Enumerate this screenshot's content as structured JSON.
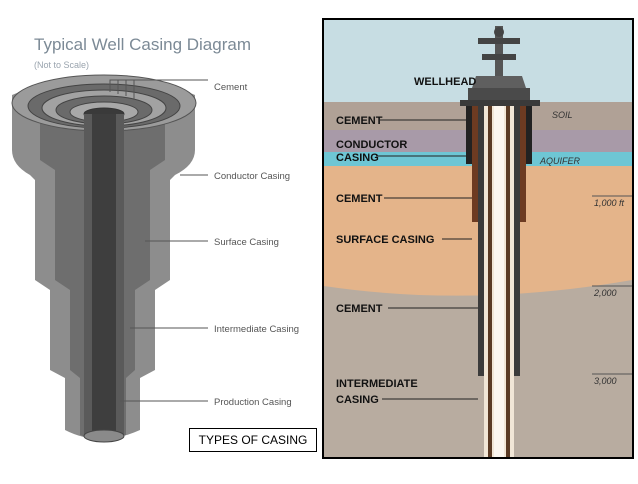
{
  "left_diagram": {
    "title": "Typical Well Casing Diagram",
    "subtitle": "(Not to Scale)",
    "labels": {
      "cement": "Cement",
      "conductor": "Conductor Casing",
      "surface": "Surface Casing",
      "intermediate": "Intermediate Casing",
      "production": "Production Casing"
    }
  },
  "right_diagram": {
    "wellhead": "WELLHEAD",
    "soil": "SOIL",
    "aquifer": "AQUIFER",
    "cement_1": "CEMENT",
    "conductor_line1": "CONDUCTOR",
    "conductor_line2": "CASING",
    "cement_2": "CEMENT",
    "surface_casing": "SURFACE CASING",
    "cement_3": "CEMENT",
    "intermediate_line1": "INTERMEDIATE",
    "intermediate_line2": "CASING",
    "depth_1000": "1,000 ft",
    "depth_2000": "2,000",
    "depth_3000": "3,000"
  },
  "caption": "TYPES OF CASING",
  "colors": {
    "casing_gray": "#8a8a8a",
    "sky": "#c7dde3",
    "aquifer": "#6ec6d4",
    "sand": "#e4b48a",
    "rock": "#b8aca0"
  }
}
